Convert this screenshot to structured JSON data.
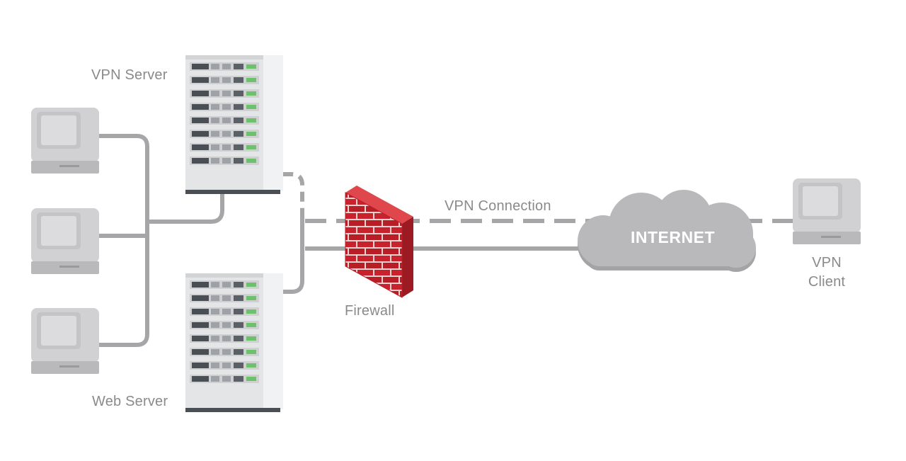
{
  "labels": {
    "vpn_server": "VPN Server",
    "web_server": "Web Server",
    "firewall": "Firewall",
    "vpn_connection": "VPN Connection",
    "internet": "INTERNET",
    "vpn_client_line1": "VPN",
    "vpn_client_line2": "Client"
  },
  "colors": {
    "background": "#ffffff",
    "line": "#a6a6a8",
    "label_text": "#8a8a8a",
    "computer_body": "#b9b9bb",
    "computer_screen": "#dcdcde",
    "server_body": "#e4e5e7",
    "server_dark": "#4a4f55",
    "server_led": "#6cc26a",
    "firewall_brick": "#c8232c",
    "cloud": "#b7b7b9"
  },
  "icons": [
    "computer-icon",
    "server-icon",
    "firewall-icon",
    "cloud-icon"
  ]
}
